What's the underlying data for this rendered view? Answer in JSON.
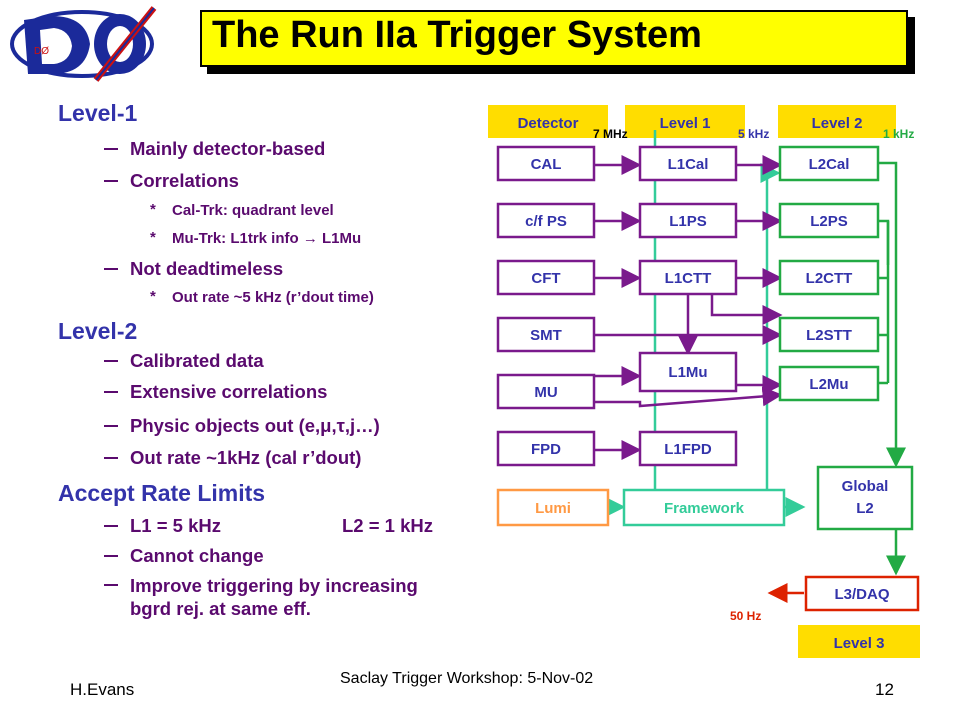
{
  "logo": {
    "text": "DØ"
  },
  "title": "The Run IIa Trigger System",
  "bullets": {
    "level1": {
      "heading": "Level-1",
      "items": [
        "Mainly detector-based",
        "Correlations",
        "Not deadtimeless"
      ],
      "correlations_sub": [
        "Cal-Trk: quadrant level",
        "Mu-Trk: L1trk info → L1Mu"
      ],
      "deadtime_sub": [
        "Out rate ~5 kHz (r’dout time)"
      ]
    },
    "level2": {
      "heading": "Level-2",
      "items": [
        "Calibrated data",
        "Extensive correlations",
        "Physic objects out (e,μ,τ,j…)",
        "Out rate ~1kHz (cal r’dout)"
      ]
    },
    "accept": {
      "heading": "Accept Rate Limits",
      "l1": "L1 = 5 kHz",
      "l2": "L2 = 1 kHz",
      "items": [
        "Cannot change",
        "Improve triggering by increasing bgrd rej. at same eff."
      ]
    }
  },
  "diagram": {
    "headers": {
      "detector": "Detector",
      "level1": "Level 1",
      "level2": "Level 2",
      "level3": "Level 3"
    },
    "rates": {
      "r7": "7 MHz",
      "r5": "5 kHz",
      "r1": "1 kHz",
      "r50": "50 Hz"
    },
    "detectors": [
      "CAL",
      "c/f PS",
      "CFT",
      "SMT",
      "MU",
      "FPD"
    ],
    "l1": [
      "L1Cal",
      "L1PS",
      "L1CTT",
      "L1Mu",
      "L1FPD"
    ],
    "l2": [
      "L2Cal",
      "L2PS",
      "L2CTT",
      "L2STT",
      "L2Mu"
    ],
    "lumi": "Lumi",
    "framework": "Framework",
    "global_l2": [
      "Global",
      "L2"
    ],
    "l3daq": "L3/DAQ"
  },
  "colors": {
    "title_bg": "#ffff00",
    "text": "#5a0a6e",
    "heading": "#3333aa",
    "box_border": "#7a1a8c",
    "teal": "#33cc99",
    "green": "#22aa44",
    "red": "#dd2200",
    "header_bg": "#ffdd00",
    "lumi": "#ff9944"
  },
  "footer": {
    "author": "H.Evans",
    "event": "Saclay Trigger Workshop: 5-Nov-02",
    "page": "12"
  }
}
